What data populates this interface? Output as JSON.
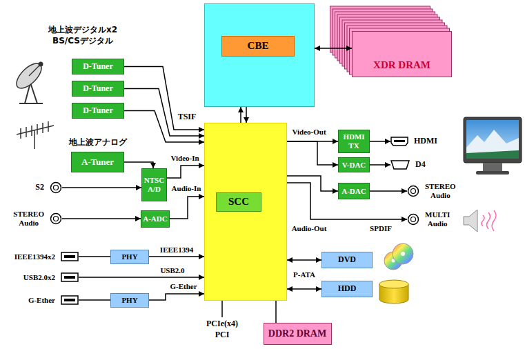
{
  "diagram": {
    "nodes": [
      {
        "text": []
      },
      {
        "text": [
          "CBE"
        ],
        "in": 0
      },
      {
        "text": [
          "XDR DRAM"
        ]
      },
      {
        "text": [
          "D-Tuner"
        ]
      },
      {
        "text": [
          "D-Tuner"
        ]
      },
      {
        "text": [
          "D-Tuner"
        ]
      },
      {
        "text": [
          "A-Tuner"
        ]
      },
      {
        "text": []
      },
      {
        "text": [
          "SCC"
        ],
        "in": 7
      },
      {
        "text": [
          "NTSC A/D"
        ]
      },
      {
        "text": [
          "S2"
        ]
      },
      {
        "text": [
          "STEREO Audio"
        ]
      },
      {
        "text": [
          "A-ADC"
        ]
      },
      {
        "text": [
          "IEEE1394x2"
        ]
      },
      {
        "text": [
          "PHY"
        ]
      },
      {
        "text": [
          "USB2.0x2"
        ]
      },
      {
        "text": [
          "G-Ether"
        ]
      },
      {
        "text": [
          "PHY"
        ]
      },
      {
        "text": [
          "HDMI TX"
        ]
      },
      {
        "text": [
          "HDMI"
        ]
      },
      {
        "text": [
          "V-DAC"
        ]
      },
      {
        "text": [
          "D4"
        ]
      },
      {
        "text": [
          "A-DAC"
        ]
      },
      {
        "text": [
          "STEREO Audio"
        ]
      },
      {
        "text": [
          "MULTI Audio"
        ]
      },
      {
        "text": [
          "DVD"
        ]
      },
      {
        "text": [
          "HDD"
        ]
      },
      {
        "text": [
          "DDR2 DRAM"
        ]
      }
    ],
    "edges": [
      {
        "from": 0,
        "to": 2,
        "arrow": "both"
      },
      {
        "from": 0,
        "to": 7,
        "arrow": "to"
      },
      {
        "from": 7,
        "to": 0,
        "arrow": "to"
      },
      {
        "from": 3,
        "to": 7,
        "arrow": "to"
      },
      {
        "from": 4,
        "to": 7,
        "arrow": "to"
      },
      {
        "from": 5,
        "to": 7,
        "arrow": "to"
      },
      {
        "from": 6,
        "to": 9,
        "arrow": "to"
      },
      {
        "from": 9,
        "to": 7,
        "arrow": "to",
        "label": "Video-In"
      },
      {
        "from": 10,
        "to": 9,
        "arrow": "to"
      },
      {
        "from": 11,
        "to": 12,
        "arrow": "to"
      },
      {
        "from": 12,
        "to": 7,
        "arrow": "to",
        "label": "Audio-In"
      },
      {
        "from": 13,
        "to": 14,
        "arrow": "none"
      },
      {
        "from": 14,
        "to": 7,
        "arrow": "to",
        "label": "IEEE1394"
      },
      {
        "from": 15,
        "to": 7,
        "arrow": "to",
        "label": "USB2.0"
      },
      {
        "from": 16,
        "to": 17,
        "arrow": "none"
      },
      {
        "from": 17,
        "to": 7,
        "arrow": "to",
        "label": "G-Ether"
      },
      {
        "from": 7,
        "to": 18,
        "arrow": "to"
      },
      {
        "from": 7,
        "to": 20,
        "arrow": "to"
      },
      {
        "from": 18,
        "to": 19,
        "arrow": "to"
      },
      {
        "from": 20,
        "to": 21,
        "arrow": "to"
      },
      {
        "from": 7,
        "to": 22,
        "arrow": "to"
      },
      {
        "from": 22,
        "to": 23,
        "arrow": "to"
      },
      {
        "from": 7,
        "to": 24,
        "arrow": "to",
        "label": "SPDIF"
      },
      {
        "from": 7,
        "to": 25,
        "arrow": "both"
      },
      {
        "from": 7,
        "to": 26,
        "arrow": "both"
      },
      {
        "from": 7,
        "to": 27,
        "arrow": "none"
      }
    ],
    "labels": [
      "地上波デジタルx2",
      "BS/CSデジタル",
      "TSIF",
      "地上波アナログ",
      "Video-Out",
      "Audio-Out",
      "P-ATA",
      "PCIe(x4)",
      "PCI"
    ]
  }
}
